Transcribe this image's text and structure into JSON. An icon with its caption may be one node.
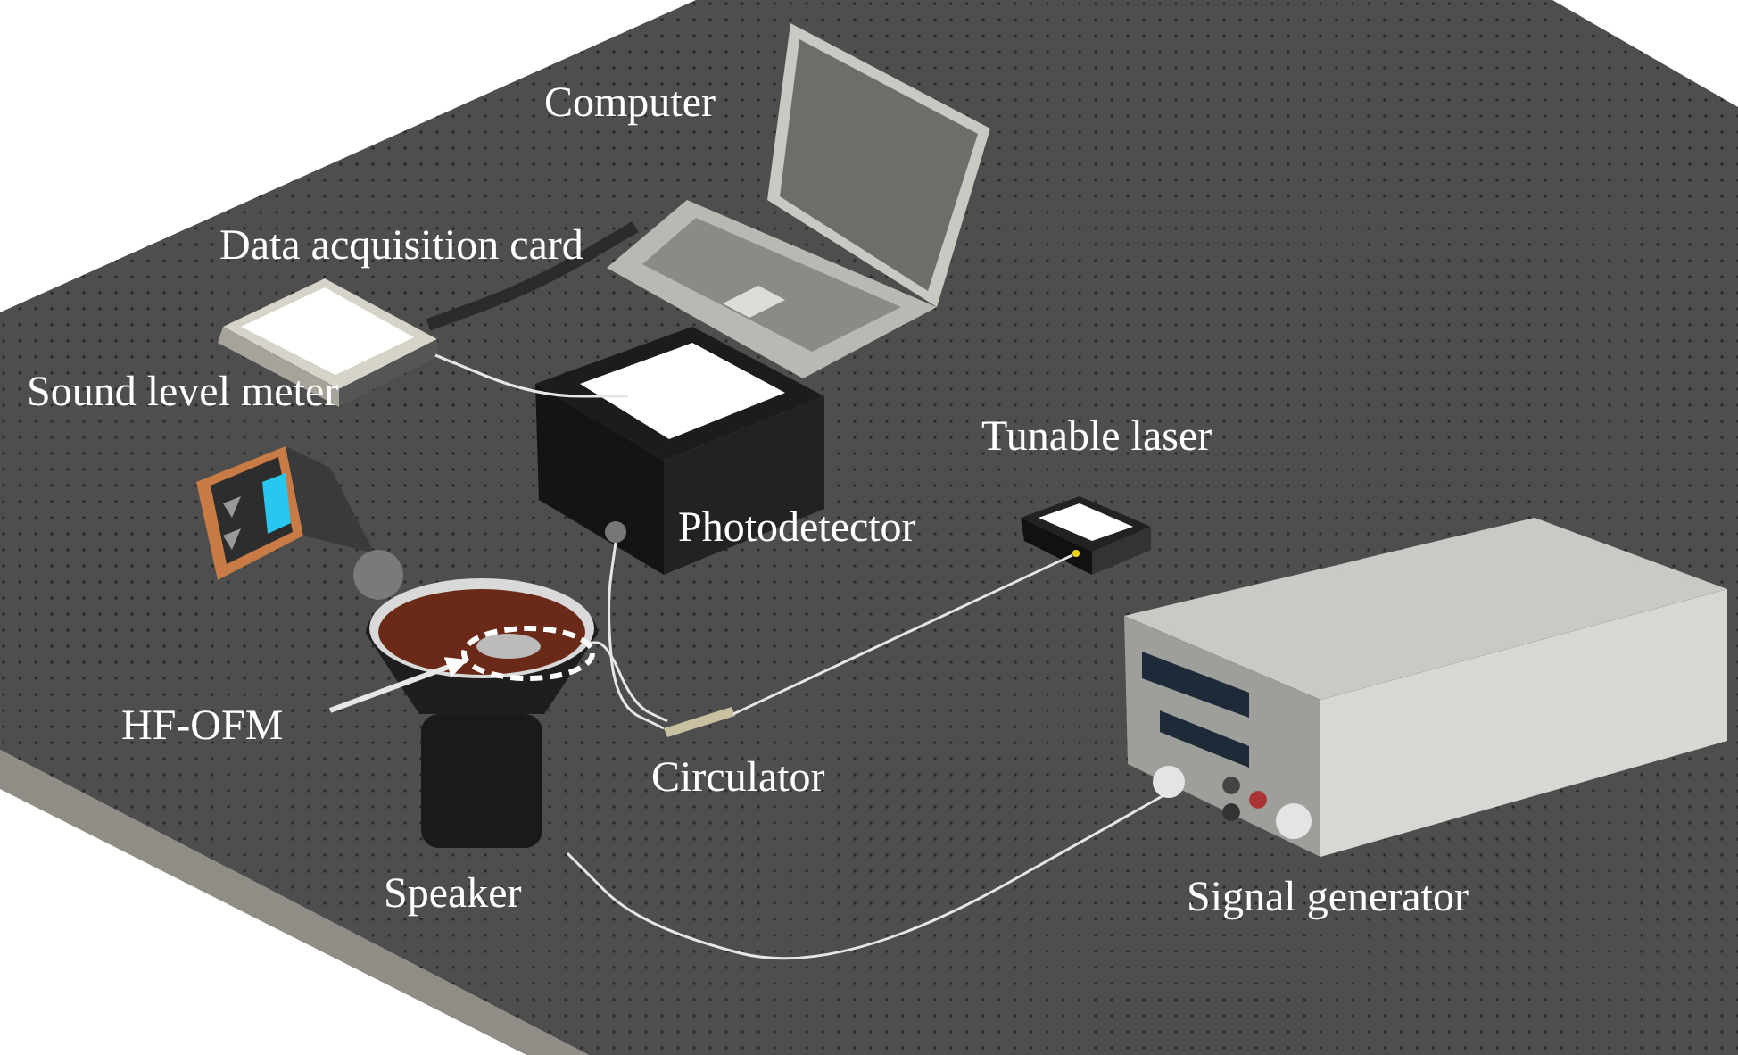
{
  "diagram": {
    "nodes": [
      {
        "text": [
          "Computer"
        ]
      },
      {
        "text": [
          "Data acquisition card"
        ]
      },
      {
        "text": [
          "Sound level meter"
        ]
      },
      {
        "text": [
          "Photodetector"
        ]
      },
      {
        "text": [
          "Tunable laser"
        ]
      },
      {
        "text": [
          "Speaker"
        ]
      },
      {
        "text": [],
        "shape": "circle",
        "in": 5
      },
      {
        "text": [
          "HF-OFM"
        ]
      },
      {
        "text": [
          "Circulator"
        ]
      },
      {
        "text": [
          "Signal generator"
        ]
      }
    ],
    "edges": [
      {
        "from": 1,
        "to": 0,
        "arrow": "none",
        "style": "thick",
        "color": "#2b2b2b"
      },
      {
        "from": 1,
        "to": 3,
        "arrow": "none"
      },
      {
        "from": 3,
        "to": 8,
        "arrow": "none"
      },
      {
        "from": 8,
        "to": 4,
        "arrow": "none"
      },
      {
        "from": 8,
        "to": 6,
        "arrow": "none"
      },
      {
        "from": 9,
        "to": 5,
        "arrow": "none"
      },
      {
        "from": 7,
        "to": 6,
        "arrow": "to",
        "style": "thick"
      }
    ]
  }
}
